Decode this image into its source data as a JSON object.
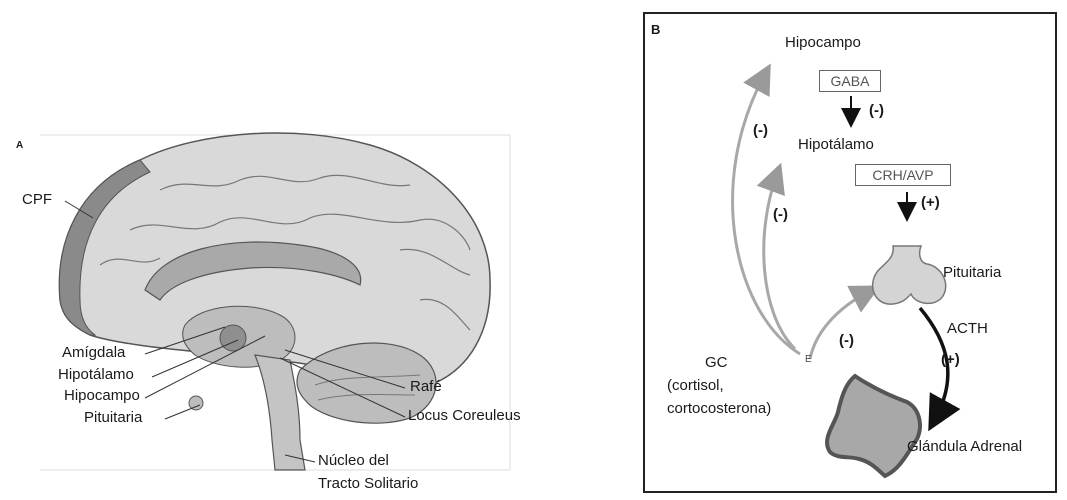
{
  "panel_a": {
    "letter": "A",
    "labels": {
      "cpf": "CPF",
      "amigdala": "Amígdala",
      "hipotalamo": "Hipotálamo",
      "hipocampo": "Hipocampo",
      "pituitaria": "Pituitaria",
      "rafe": "Rafé",
      "locus": "Locus Coreuleus",
      "nucleo_line1": "Núcleo del",
      "nucleo_line2": "Tracto Solitario"
    }
  },
  "panel_b": {
    "letter": "B",
    "hipocampo": "Hipocampo",
    "gaba": "GABA",
    "hipotalamo": "Hipotálamo",
    "crh": "CRH/AVP",
    "pituitaria": "Pituitaria",
    "acth": "ACTH",
    "gc_line1": "GC",
    "gc_line2": "(cortisol,",
    "gc_line3": "cortocosterona)",
    "adrenal": "Glándula Adrenal",
    "sign_gaba": "(-)",
    "sign_crh": "(+)",
    "sign_acth": "(+)",
    "sign_outer": "(-)",
    "sign_mid": "(-)",
    "sign_inner": "(-)",
    "stray_mark": "E"
  }
}
